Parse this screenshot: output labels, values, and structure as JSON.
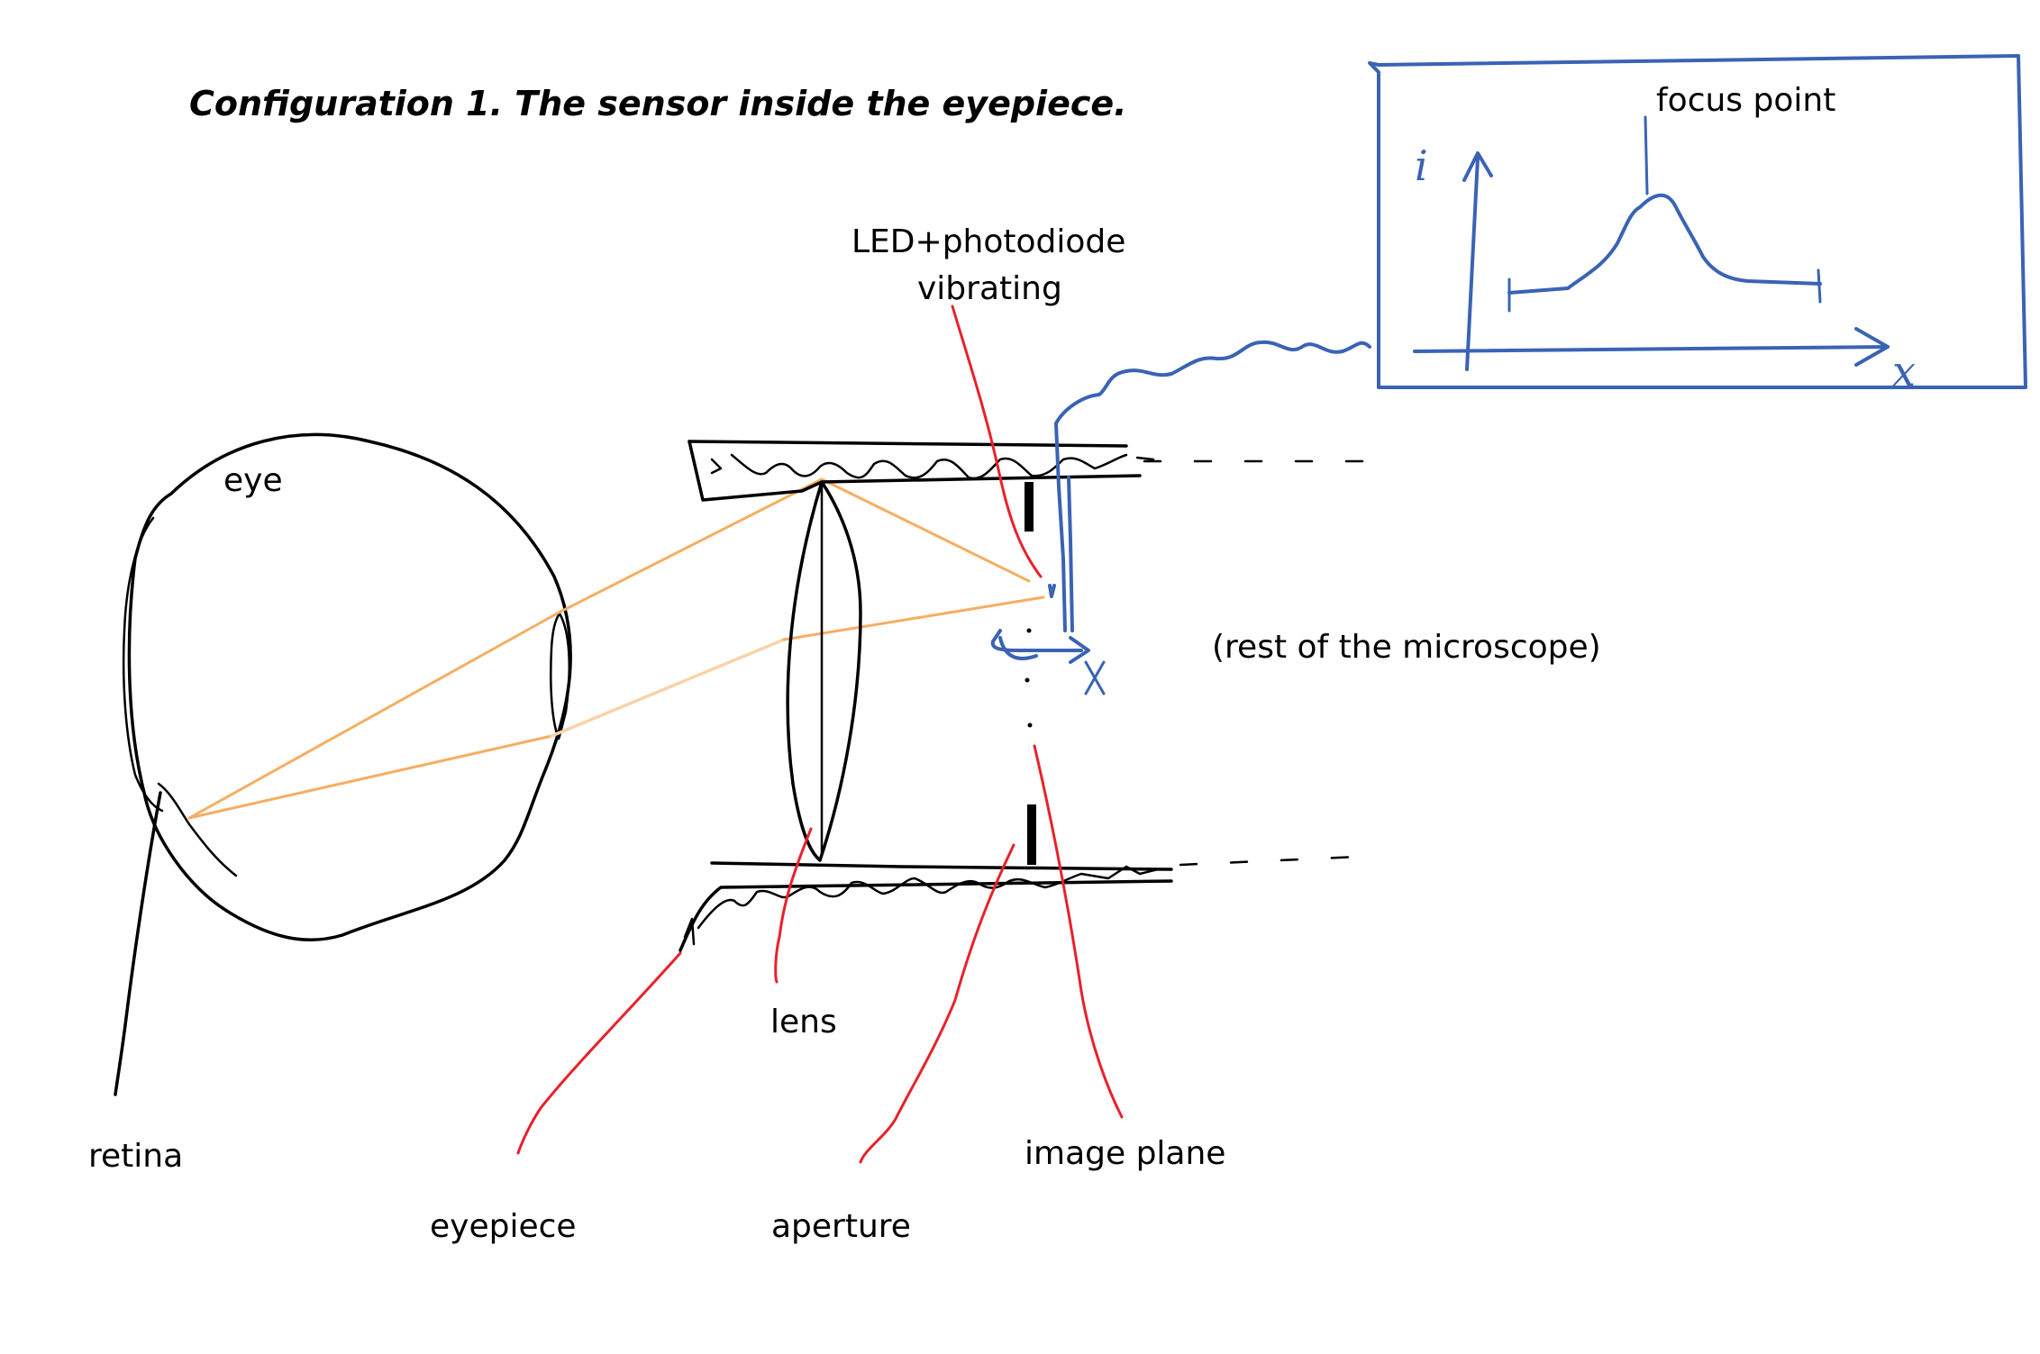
{
  "title": "Configuration 1. The sensor inside the eyepiece.",
  "labels": {
    "eye": "eye",
    "retina": "retina",
    "eyepiece": "eyepiece",
    "lens": "lens",
    "aperture": "aperture",
    "image_plane": "image plane",
    "led_line1": "LED+photodiode",
    "led_line2": "vibrating",
    "rest": "(rest of the microscope)",
    "focus_point": "focus point",
    "axis_i": "i",
    "axis_x": "x",
    "vibration_x": "x"
  },
  "colors": {
    "ink": "#000000",
    "pointer": "#e8212a",
    "sensor": "#3a63b4",
    "ray": "#f5ae62"
  }
}
